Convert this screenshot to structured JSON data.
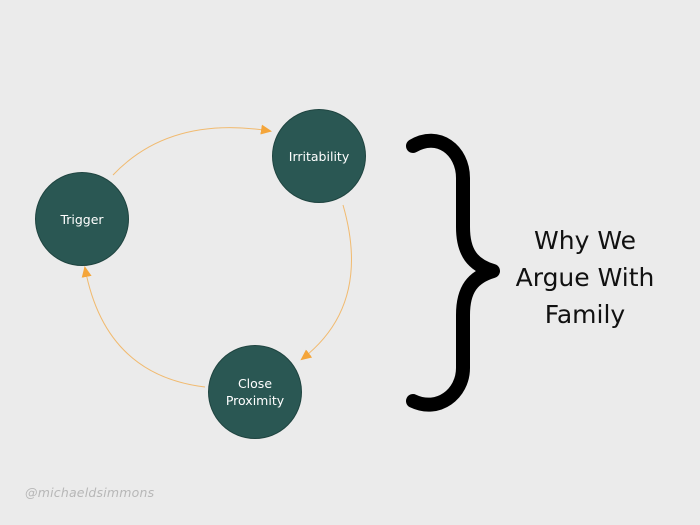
{
  "diagram": {
    "nodes": {
      "irritability": "Irritability",
      "trigger": "Trigger",
      "proximity_line1": "Close",
      "proximity_line2": "Proximity"
    },
    "title_lines": [
      "Why We",
      "Argue With",
      "Family"
    ],
    "arrow_color": "#f4a53a",
    "node_color": "#2a5753",
    "brace_color": "#000000"
  },
  "watermark": "@michaeldsimmons"
}
